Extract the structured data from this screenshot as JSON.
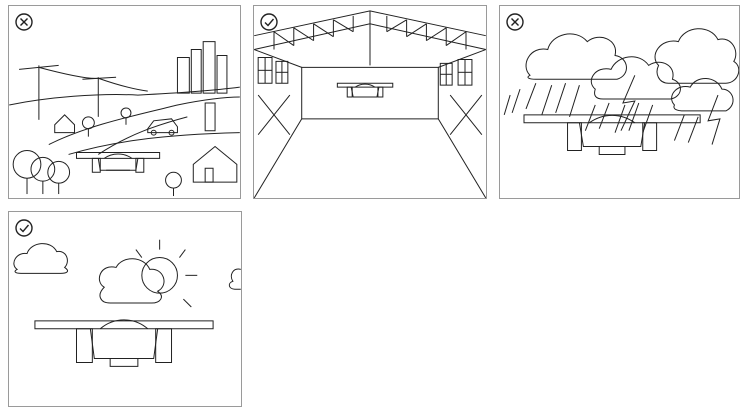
{
  "colors": {
    "ink": "#222222",
    "frame": "#9a9a9a",
    "background": "#ffffff"
  },
  "panels": [
    {
      "scene": "city-outdoor",
      "status": "not-allowed",
      "status_icon": "cross-circle-icon"
    },
    {
      "scene": "indoor-warehouse",
      "status": "allowed",
      "status_icon": "check-circle-icon"
    },
    {
      "scene": "storm-rain",
      "status": "not-allowed",
      "status_icon": "cross-circle-icon"
    },
    {
      "scene": "clear-weather",
      "status": "allowed",
      "status_icon": "check-circle-icon"
    }
  ]
}
